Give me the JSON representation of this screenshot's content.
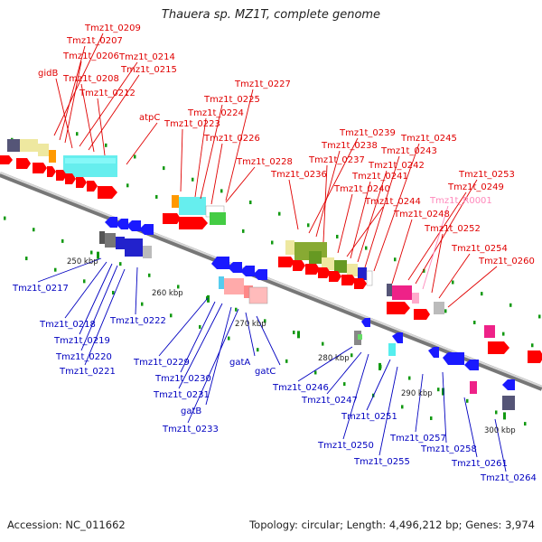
{
  "title": "Thauera sp. MZ1T, complete genome",
  "accession": "Accession: NC_011662",
  "meta": "Topology: circular; Length: 4,496,212 bp; Genes: 3,974",
  "kbp_ticks": [
    "250 kbp",
    "260 kbp",
    "270 kbp",
    "280 kbp",
    "290 kbp",
    "300 kbp"
  ],
  "colors": {
    "forward_label": "#e00000",
    "reverse_label": "#0000c0",
    "rna_label": "#ff88bb",
    "forward_arrow": "#ff0000",
    "reverse_arrow": "#1a1aff",
    "backbone": "#888888",
    "tick": "#119911"
  },
  "top_labels": [
    {
      "text": "Tmz1t_0209",
      "color": "#e00000"
    },
    {
      "text": "Tmz1t_0207",
      "color": "#e00000"
    },
    {
      "text": "Tmz1t_0206",
      "color": "#e00000"
    },
    {
      "text": "Tmz1t_0214",
      "color": "#e00000"
    },
    {
      "text": "gidB",
      "color": "#e00000"
    },
    {
      "text": "Tmz1t_0215",
      "color": "#e00000"
    },
    {
      "text": "Tmz1t_0208",
      "color": "#e00000"
    },
    {
      "text": "Tmz1t_0212",
      "color": "#e00000"
    },
    {
      "text": "atpC",
      "color": "#e00000"
    },
    {
      "text": "Tmz1t_0227",
      "color": "#e00000"
    },
    {
      "text": "Tmz1t_0225",
      "color": "#e00000"
    },
    {
      "text": "Tmz1t_0224",
      "color": "#e00000"
    },
    {
      "text": "Tmz1t_0223",
      "color": "#e00000"
    },
    {
      "text": "Tmz1t_0226",
      "color": "#e00000"
    },
    {
      "text": "Tmz1t_0228",
      "color": "#e00000"
    },
    {
      "text": "Tmz1t_0239",
      "color": "#e00000"
    },
    {
      "text": "Tmz1t_0238",
      "color": "#e00000"
    },
    {
      "text": "Tmz1t_0245",
      "color": "#e00000"
    },
    {
      "text": "Tmz1t_0243",
      "color": "#e00000"
    },
    {
      "text": "Tmz1t_0237",
      "color": "#e00000"
    },
    {
      "text": "Tmz1t_0242",
      "color": "#e00000"
    },
    {
      "text": "Tmz1t_0236",
      "color": "#e00000"
    },
    {
      "text": "Tmz1t_0241",
      "color": "#e00000"
    },
    {
      "text": "Tmz1t_0253",
      "color": "#e00000"
    },
    {
      "text": "Tmz1t_0240",
      "color": "#e00000"
    },
    {
      "text": "Tmz1t_0249",
      "color": "#e00000"
    },
    {
      "text": "Tmz1t_R0001",
      "color": "#ff88bb"
    },
    {
      "text": "Tmz1t_0244",
      "color": "#e00000"
    },
    {
      "text": "Tmz1t_0248",
      "color": "#e00000"
    },
    {
      "text": "Tmz1t_0252",
      "color": "#e00000"
    },
    {
      "text": "Tmz1t_0254",
      "color": "#e00000"
    },
    {
      "text": "Tmz1t_0260",
      "color": "#e00000"
    }
  ],
  "bottom_labels": [
    {
      "text": "Tmz1t_0217"
    },
    {
      "text": "Tmz1t_0218"
    },
    {
      "text": "Tmz1t_0222"
    },
    {
      "text": "Tmz1t_0219"
    },
    {
      "text": "Tmz1t_0220"
    },
    {
      "text": "Tmz1t_0221"
    },
    {
      "text": "Tmz1t_0229"
    },
    {
      "text": "Tmz1t_0230"
    },
    {
      "text": "gatA"
    },
    {
      "text": "gatC"
    },
    {
      "text": "Tmz1t_0231"
    },
    {
      "text": "gatB"
    },
    {
      "text": "Tmz1t_0233"
    },
    {
      "text": "Tmz1t_0246"
    },
    {
      "text": "Tmz1t_0247"
    },
    {
      "text": "Tmz1t_0251"
    },
    {
      "text": "Tmz1t_0250"
    },
    {
      "text": "Tmz1t_0257"
    },
    {
      "text": "Tmz1t_0255"
    },
    {
      "text": "Tmz1t_0258"
    },
    {
      "text": "Tmz1t_0261"
    },
    {
      "text": "Tmz1t_0264"
    }
  ]
}
